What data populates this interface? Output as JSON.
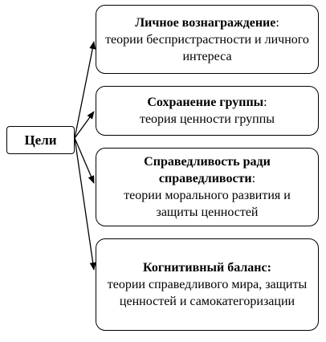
{
  "root": {
    "label": "Цели"
  },
  "goals": [
    {
      "heading": "Личное вознаграждение",
      "heading_suffix": ":",
      "description": "теории беспристрастности и личного интереса"
    },
    {
      "heading": "Сохранение группы",
      "heading_suffix": ":",
      "description": "теория ценности группы"
    },
    {
      "heading": "Справедливость ради справедливости",
      "heading_suffix": ":",
      "description": "теории морального развития и защиты ценностей"
    },
    {
      "heading": "Когнитивный баланс:",
      "heading_suffix": "",
      "description": "теории справедливого мира, защиты ценностей и самокатегоризации"
    }
  ]
}
